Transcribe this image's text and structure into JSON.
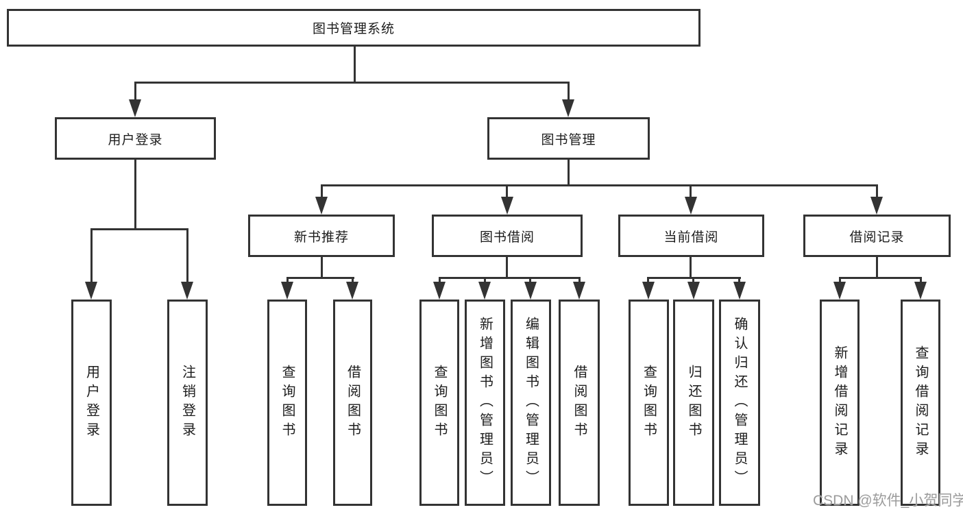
{
  "tree": {
    "label": "图书管理系统",
    "children": [
      {
        "label": "用户登录",
        "children": [
          {
            "label": "用户登录"
          },
          {
            "label": "注销登录"
          }
        ]
      },
      {
        "label": "图书管理",
        "children": [
          {
            "label": "新书推荐",
            "children": [
              {
                "label": "查询图书"
              },
              {
                "label": "借阅图书"
              }
            ]
          },
          {
            "label": "图书借阅",
            "children": [
              {
                "label": "查询图书"
              },
              {
                "label": "新增图书（管理员）"
              },
              {
                "label": "编辑图书（管理员）"
              },
              {
                "label": "借阅图书"
              }
            ]
          },
          {
            "label": "当前借阅",
            "children": [
              {
                "label": "查询图书"
              },
              {
                "label": "归还图书"
              },
              {
                "label": "确认归还（管理员）"
              }
            ]
          },
          {
            "label": "借阅记录",
            "children": [
              {
                "label": "新增借阅记录"
              },
              {
                "label": "查询借阅记录"
              }
            ]
          }
        ]
      }
    ]
  },
  "watermark": "CSDN @软件_小贺同学",
  "colors": {
    "line": "#333333",
    "text": "#1c1c1c",
    "watermark": "#9b9b9b",
    "background": "#ffffff"
  }
}
